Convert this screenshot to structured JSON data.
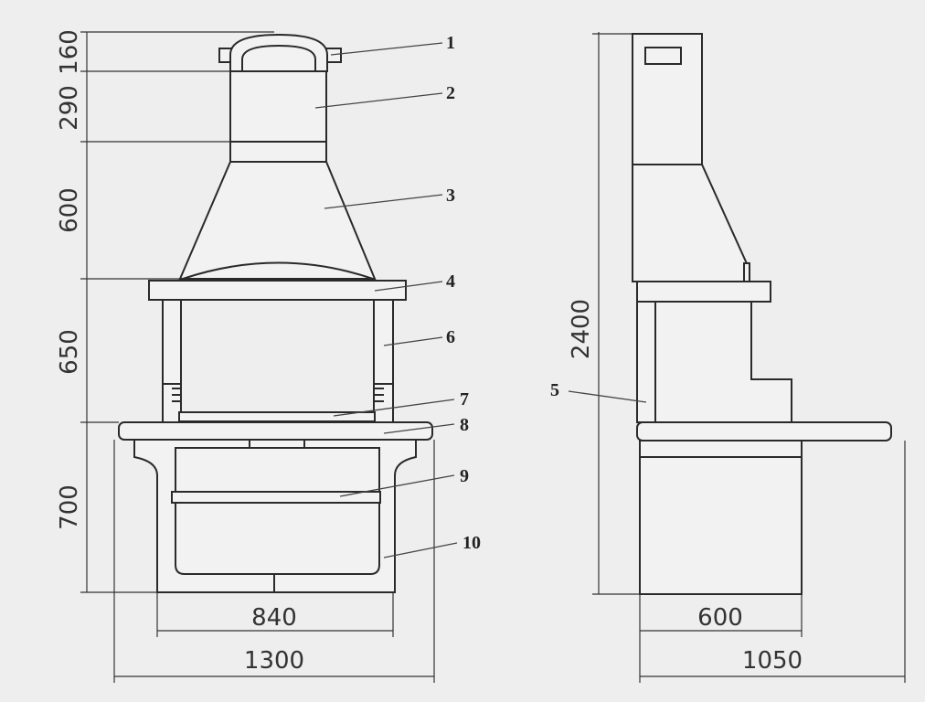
{
  "front_view": {
    "heights": [
      "160",
      "290",
      "600",
      "650",
      "700"
    ],
    "widths": [
      "840",
      "1300"
    ],
    "callouts": [
      "1",
      "2",
      "3",
      "4",
      "6",
      "7",
      "8",
      "9",
      "10"
    ]
  },
  "side_view": {
    "height": "2400",
    "widths": [
      "600",
      "1050"
    ],
    "callouts": [
      "5"
    ]
  }
}
